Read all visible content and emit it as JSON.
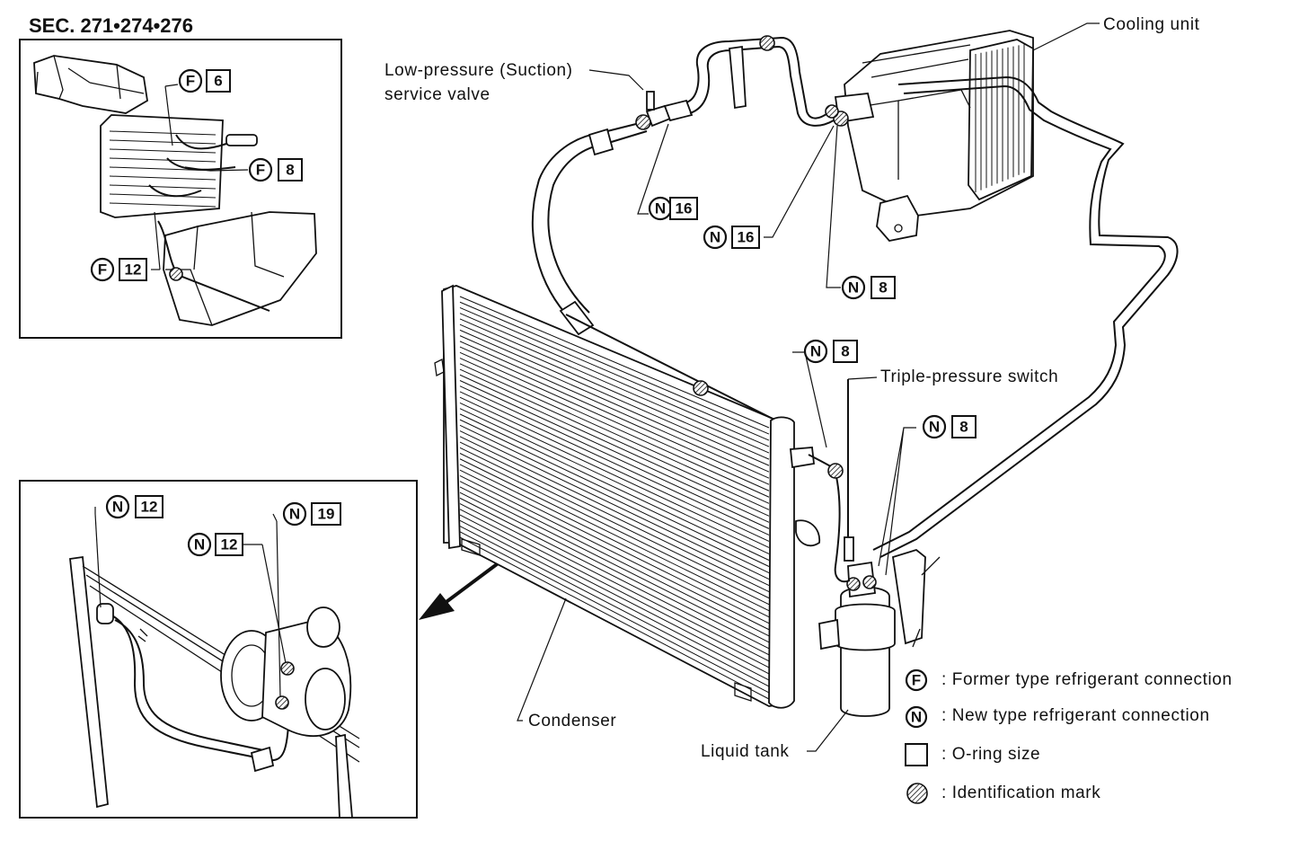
{
  "section_title": "SEC. 271•274•276",
  "labels": {
    "low_pressure_line1": "Low-pressure (Suction)",
    "low_pressure_line2": "service valve",
    "cooling_unit": "Cooling unit",
    "triple_pressure_switch": "Triple-pressure switch",
    "condenser": "Condenser",
    "liquid_tank": "Liquid tank"
  },
  "callouts": {
    "inset_top": [
      {
        "type": "F",
        "size": "6"
      },
      {
        "type": "F",
        "size": "8"
      },
      {
        "type": "F",
        "size": "12"
      }
    ],
    "main": [
      {
        "type": "N",
        "size": "16"
      },
      {
        "type": "N",
        "size": "16"
      },
      {
        "type": "N",
        "size": "8"
      },
      {
        "type": "N",
        "size": "8"
      },
      {
        "type": "N",
        "size": "8"
      }
    ],
    "inset_bottom": [
      {
        "type": "N",
        "size": "12"
      },
      {
        "type": "N",
        "size": "12"
      },
      {
        "type": "N",
        "size": "19"
      }
    ]
  },
  "legend": [
    {
      "symbol": "F",
      "text": ": Former type refrigerant connection"
    },
    {
      "symbol": "N",
      "text": ": New type refrigerant connection"
    },
    {
      "symbol": "square",
      "text": ": O-ring size"
    },
    {
      "symbol": "hatched-circle",
      "text": ": Identification mark"
    }
  ]
}
